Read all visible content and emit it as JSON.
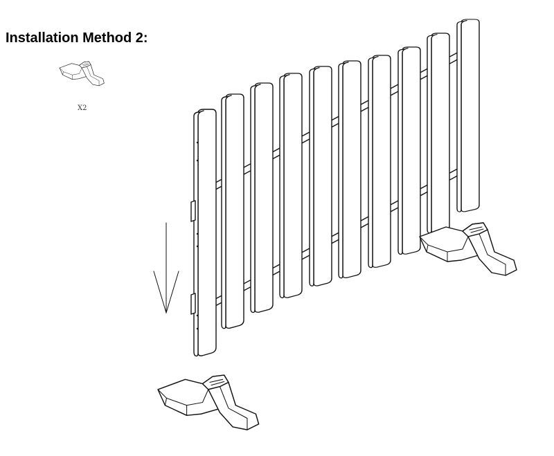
{
  "title": "Installation Method 2:",
  "parts": [
    {
      "name": "base-foot",
      "quantity_label": "X2"
    }
  ],
  "illustration": {
    "subject": "fence panel with pickets lowered into two base feet",
    "picket_count": 10,
    "arrow_direction": "down"
  }
}
